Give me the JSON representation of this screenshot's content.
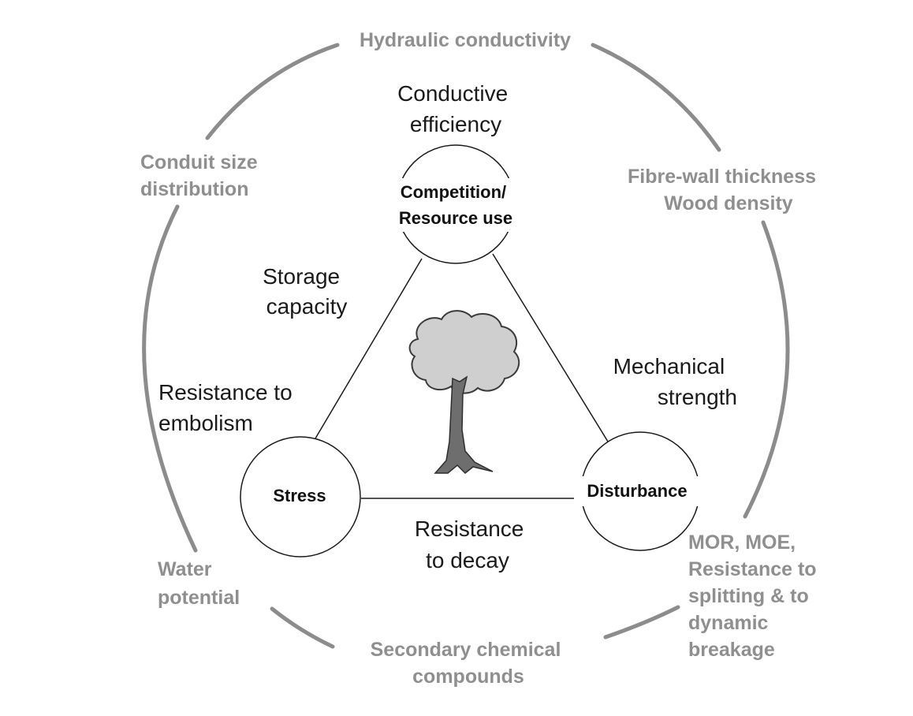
{
  "outer": {
    "top": [
      "Hydraulic conductivity"
    ],
    "top_left": [
      "Conduit size",
      "distribution"
    ],
    "top_right": [
      "Fibre-wall thickness",
      "Wood density"
    ],
    "bottom_left": [
      "Water",
      "potential"
    ],
    "bottom": [
      "Secondary chemical",
      "compounds"
    ],
    "bottom_right": [
      "MOR, MOE,",
      "Resistance to",
      "splitting & to",
      "dynamic",
      "breakage"
    ]
  },
  "nodes": {
    "competition": [
      "Competition/",
      "Resource use"
    ],
    "stress": [
      "Stress"
    ],
    "disturbance": [
      "Disturbance"
    ]
  },
  "inner": {
    "conductive": [
      "Conductive",
      "efficiency"
    ],
    "storage": [
      "Storage",
      "capacity"
    ],
    "embolism": [
      "Resistance to",
      "embolism"
    ],
    "mechanical": [
      "Mechanical",
      "strength"
    ],
    "decay": [
      "Resistance",
      "to decay"
    ]
  },
  "colors": {
    "outer_text": "#8f8f8f",
    "outer_arc": "#8c8c8c",
    "lines": "#1a1a1a",
    "tree_crown": "#cfcfcf",
    "tree_trunk": "#6e6e6e"
  },
  "icons": [
    "tree-icon"
  ]
}
